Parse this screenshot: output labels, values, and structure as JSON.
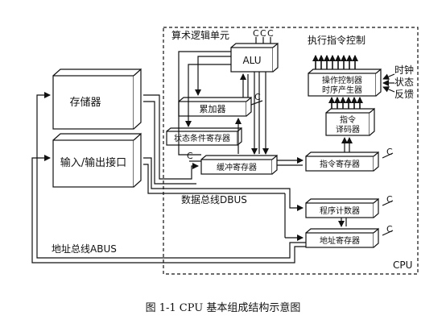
{
  "diagram": {
    "cpu_region_label": "CPU",
    "alu_group_label": "算术逻辑单元",
    "exec_group_label": "执行指令控制",
    "alu": "ALU",
    "accumulator": "累加器",
    "status_register": "状态条件寄存器",
    "buffer_register": "缓冲寄存器",
    "instruction_register": "指令寄存器",
    "instruction_decoder_line1": "指令",
    "instruction_decoder_line2": "译码器",
    "controller_line1": "操作控制器",
    "controller_line2": "时序产生器",
    "program_counter": "程序计数器",
    "address_register": "地址寄存器",
    "memory": "存储器",
    "io_interface": "输入/输出接口",
    "data_bus": "数据总线DBUS",
    "address_bus": "地址总线ABUS",
    "clock_label": "时钟",
    "status_label": "状态",
    "feedback_label": "反馈",
    "control_signal": "C"
  },
  "caption": "图 1-1    CPU 基本组成结构示意图"
}
